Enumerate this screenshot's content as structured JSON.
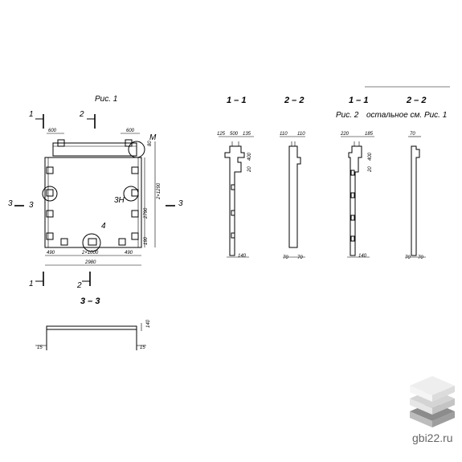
{
  "fig1": {
    "title": "Рис. 1",
    "section_marks": {
      "s1": "1",
      "s2": "2",
      "s3": "3"
    },
    "dims": {
      "d600a": "600",
      "d600b": "600",
      "d80": "80",
      "d490a": "490",
      "d2x1000": "2×1000",
      "d490b": "490",
      "d2980": "2980",
      "d2790": "2790",
      "d2290": "2×1290",
      "d190": "190"
    },
    "callouts": {
      "m": "M",
      "c3": "3",
      "c3h": "3H",
      "c4": "4"
    }
  },
  "sec33": {
    "title": "3 – 3",
    "d140": "140",
    "d15a": "15",
    "d15b": "15"
  },
  "sections": {
    "s11": "1 – 1",
    "s22": "2 – 2",
    "s11b": "1 – 1",
    "s22b": "2 – 2",
    "fig2": "Рис. 2",
    "fig2note": "остальное см. Рис. 1"
  },
  "sec11_dims": {
    "top": [
      "125",
      "500",
      "135"
    ],
    "h1": "400",
    "h2": "20",
    "bottom": "140"
  },
  "sec22_dims": {
    "top": [
      "110",
      "110"
    ],
    "b1": "70",
    "b2": "70"
  },
  "sec11b_dims": {
    "top": [
      "220",
      "185"
    ],
    "h1": "400",
    "h2": "20",
    "bottom": "140"
  },
  "sec22b_dims": {
    "top": "70",
    "b1": "70",
    "b2": "70"
  },
  "watermark": {
    "site": "gbi22.ru"
  },
  "colors": {
    "ink": "#000000",
    "logo_light": "#e6e6e6",
    "logo_mid": "#bdbdbd",
    "logo_dark": "#8c8c8c"
  }
}
